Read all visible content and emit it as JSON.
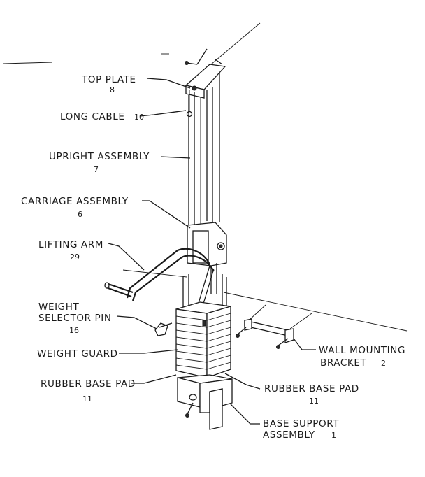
{
  "labels": {
    "top_plate": {
      "name": "TOP PLATE",
      "num": "8"
    },
    "long_cable": {
      "name": "LONG CABLE",
      "num": "10"
    },
    "upright_assembly": {
      "name": "UPRIGHT ASSEMBLY",
      "num": "7"
    },
    "carriage_assembly": {
      "name": "CARRIAGE ASSEMBLY",
      "num": "6"
    },
    "lifting_arm": {
      "name": "LIFTING ARM",
      "num": "29"
    },
    "weight_selector_pin": {
      "name_line1": "WEIGHT",
      "name_line2": "SELECTOR PIN",
      "num": "16"
    },
    "weight_guard": {
      "name": "WEIGHT GUARD"
    },
    "rubber_base_pad_left": {
      "name": "RUBBER BASE PAD",
      "num": "11"
    },
    "rubber_base_pad_right": {
      "name": "RUBBER BASE PAD",
      "num": "11"
    },
    "wall_mounting_bracket": {
      "name_line1": "WALL MOUNTING",
      "name_line2": "BRACKET",
      "num": "2"
    },
    "base_support_assembly": {
      "name_line1": "BASE SUPPORT",
      "name_line2": "ASSEMBLY",
      "num": "1"
    }
  }
}
